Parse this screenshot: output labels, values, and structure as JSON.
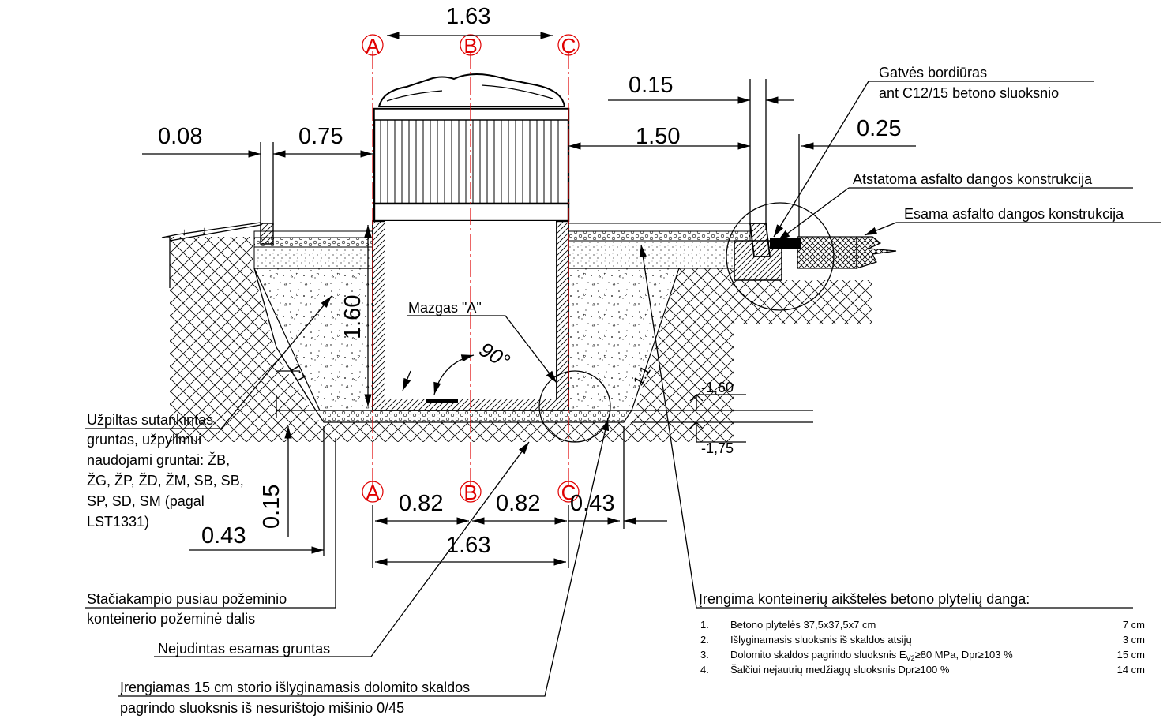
{
  "axes": [
    "A",
    "B",
    "C"
  ],
  "dimensions": {
    "top_width": "1.63",
    "left_offset": "0.08",
    "left_gap": "0.75",
    "right_gap": "1.50",
    "curb_offset": "0.15",
    "curb_width": "0.25",
    "depth": "1.60",
    "base_thickness": "0.15",
    "bottom_left": "0.43",
    "bottom_right": "0.43",
    "half_left": "0.82",
    "half_right": "0.82",
    "bottom_width": "1.63",
    "level_1": "-1,60",
    "level_2": "-1,75",
    "slope": "1:1",
    "angle": "90°"
  },
  "labels": {
    "node": "Mazgas \"A\"",
    "curb_line1": "Gatvės bordiūras",
    "curb_line2": "ant C12/15 betono sluoksnio",
    "asphalt_restore": "Atstatoma asfalto dangos konstrukcija",
    "asphalt_existing": "Esama asfalto dangos konstrukcija",
    "backfill": [
      "Užpiltas sutankintas",
      "gruntas, užpylimui",
      "naudojami gruntai: ŽB,",
      "ŽG, ŽP, ŽD, ŽM, SB, SB,",
      "SP, SD, SM (pagal",
      "LST1331)"
    ],
    "container": [
      "Stačiakampio pusiau požeminio",
      "konteinerio požeminė dalis"
    ],
    "undisturbed": "Nejudintas esamas gruntas",
    "leveling": [
      "Įrengiamas 15 cm storio išlyginamasis dolomito skaldos",
      "pagrindo sluoksnis iš nesurištojo mišinio 0/45"
    ]
  },
  "pavement": {
    "title": "Įrengima konteinerių aikštelės betono plytelių danga:",
    "layers": [
      {
        "num": "1.",
        "text": "Betono plytelės 37,5x37,5x7 cm",
        "value": "7 cm"
      },
      {
        "num": "2.",
        "text": "Išlyginamasis sluoksnis iš skaldos atsijų",
        "value": "3 cm"
      },
      {
        "num": "3.",
        "text": "Dolomito skaldos pagrindo sluoksnis E",
        "sub": "V2",
        "text2": "≥80 MPa, Dpr≥103 %",
        "value": "15 cm"
      },
      {
        "num": "4.",
        "text": "Šalčiui nejautrių medžiagų sluoksnis Dpr≥100 %",
        "value": "14 cm"
      }
    ]
  }
}
